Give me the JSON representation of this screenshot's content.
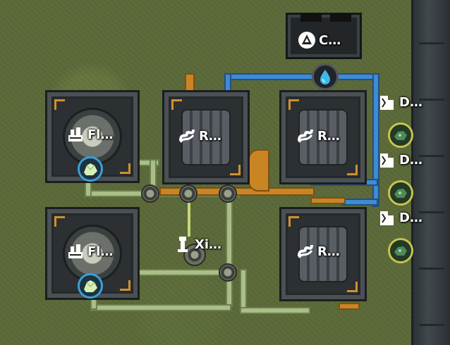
{
  "buildings": {
    "flow_top": {
      "label": "Fl…",
      "icon": "factory-icon",
      "resource_icon": "ore-crystal-icon"
    },
    "flow_bottom": {
      "label": "Fl…",
      "icon": "factory-icon",
      "resource_icon": "ore-crystal-icon"
    },
    "refinery_1": {
      "label": "R…",
      "icon": "refinery-icon"
    },
    "refinery_2": {
      "label": "R…",
      "icon": "refinery-icon"
    },
    "refinery_3": {
      "label": "R…",
      "icon": "refinery-icon"
    },
    "extractor_xi": {
      "label": "Xi…",
      "icon": "pylon-icon"
    },
    "cooler": {
      "label": "C…",
      "icon": "triangle-node-icon",
      "resource_icon": "water-drop-icon"
    },
    "depot_1": {
      "label": "D…",
      "icon": "depot-icon",
      "resource_icon": "green-ore-icon"
    },
    "depot_2": {
      "label": "D…",
      "icon": "depot-icon",
      "resource_icon": "green-ore-icon"
    },
    "depot_3": {
      "label": "D…",
      "icon": "depot-icon",
      "resource_icon": "green-ore-icon"
    }
  },
  "colors": {
    "pipe_green": "#a9bf86",
    "pipe_blue": "#3e8bd6",
    "pipe_orange": "#c98524",
    "ring_blue": "#3aa0d6",
    "ring_yellow": "#c8c34a"
  }
}
